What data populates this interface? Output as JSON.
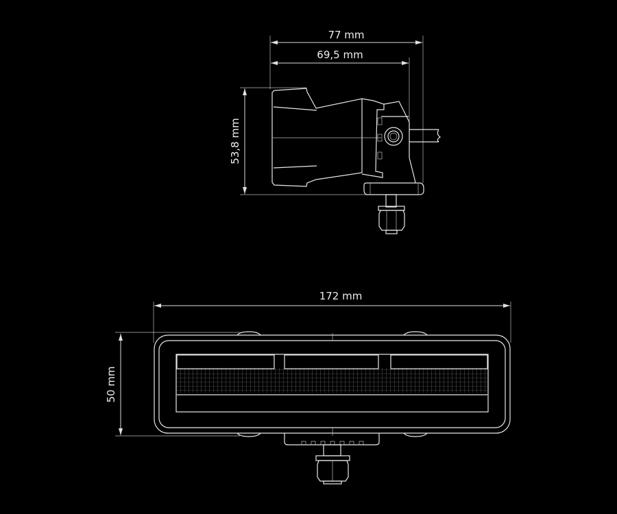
{
  "side_view": {
    "overall_length": "77 mm",
    "housing_length": "69,5 mm",
    "height": "53,8 mm"
  },
  "front_view": {
    "width": "172 mm",
    "height": "50 mm"
  },
  "colors": {
    "background": "#000000",
    "linework": "#e8e8e8"
  }
}
